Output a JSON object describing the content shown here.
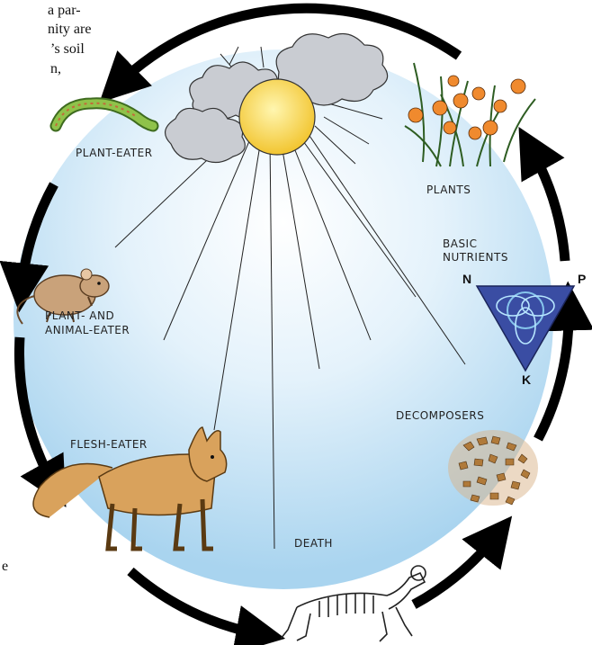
{
  "text_fragments": {
    "line1": "a par-",
    "line2": "nity are",
    "line3": "’s soil",
    "line4": "n,",
    "line5": "e"
  },
  "labels": {
    "plant_eater": "PLANT-EATER",
    "plants": "PLANTS",
    "basic_nutrients_1": "BASIC",
    "basic_nutrients_2": "NUTRIENTS",
    "plant_animal_eater_1": "PLANT- AND",
    "plant_animal_eater_2": "ANIMAL-EATER",
    "flesh_eater": "FLESH-EATER",
    "decomposers": "DECOMPOSERS",
    "death": "DEATH"
  },
  "nutrients": {
    "n": "N",
    "p": "P",
    "k": "K"
  },
  "colors": {
    "sky_inner": "#ffffff",
    "sky_outer": "#a9d4ef",
    "sun": "#f7d54a",
    "cloud": "#c9ccd2",
    "arrow": "#000000",
    "triangle": "#3a4da3",
    "fox": "#d9a25c",
    "rodent": "#c9a27a",
    "caterpillar": "#7cb342",
    "flower": "#f08a2e",
    "decomposer": "#b07a3a"
  }
}
